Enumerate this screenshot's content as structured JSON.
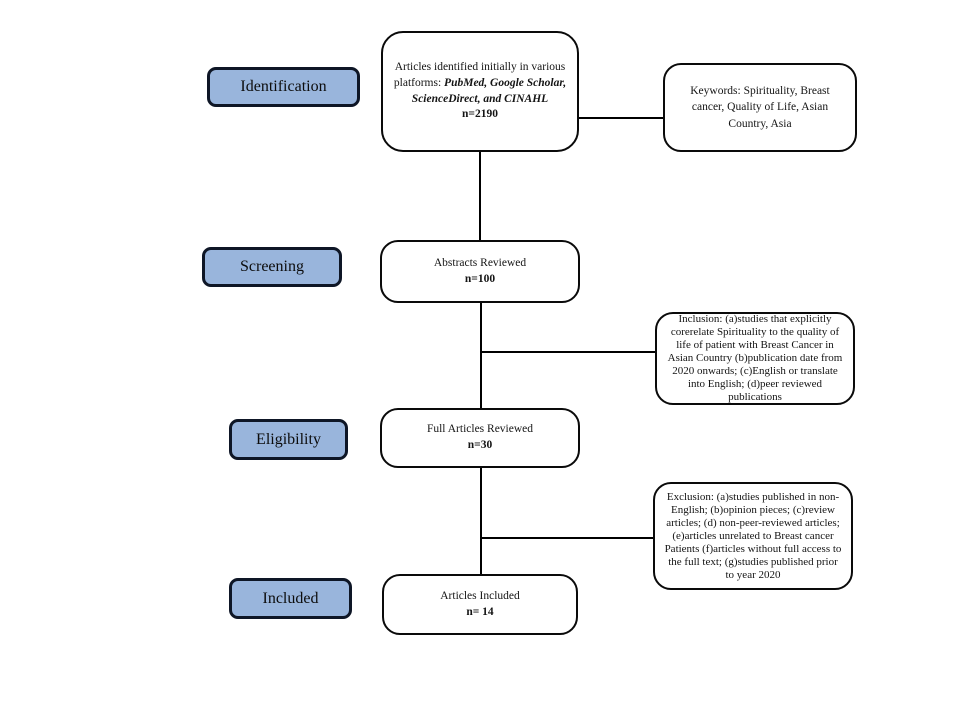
{
  "diagram": {
    "title_hint": "PRISMA-style literature selection flow diagram",
    "stages": [
      {
        "label": "Identification"
      },
      {
        "label": "Screening"
      },
      {
        "label": "Eligibility"
      },
      {
        "label": "Included"
      }
    ],
    "flow": {
      "identified": {
        "text_plain": "Articles identified initially in various platforms: ",
        "text_emphasis": "PubMed, Google Scholar, ScienceDirect, and  CINAHL",
        "count": "n=2190"
      },
      "abstracts": {
        "title": "Abstracts Reviewed",
        "count": "n=100"
      },
      "full_articles": {
        "title": "Full Articles Reviewed",
        "count": "n=30"
      },
      "included": {
        "title": "Articles Included",
        "count": "n= 14"
      }
    },
    "side": {
      "keywords": {
        "text": "Keywords: Spirituality, Breast cancer, Quality of Life, Asian Country, Asia"
      },
      "inclusion": {
        "text": "Inclusion: (a)studies that explicitly corerelate Spirituality to the quality of life of patient with Breast Cancer in Asian Country (b)publication date from 2020 onwards; (c)English or translate into English; (d)peer reviewed publications"
      },
      "exclusion": {
        "text": "Exclusion: (a)studies published in non-English; (b)opinion pieces; (c)review articles; (d) non-peer-reviewed articles; (e)articles unrelated to Breast cancer Patients (f)articles without full access to the full text; (g)studies published prior to year 2020"
      }
    },
    "colors": {
      "stage_fill": "#99B5DC",
      "stage_border": "#0E1626",
      "box_border": "#0A0A0A",
      "connector": "#000000",
      "background": "#FFFFFF"
    }
  }
}
